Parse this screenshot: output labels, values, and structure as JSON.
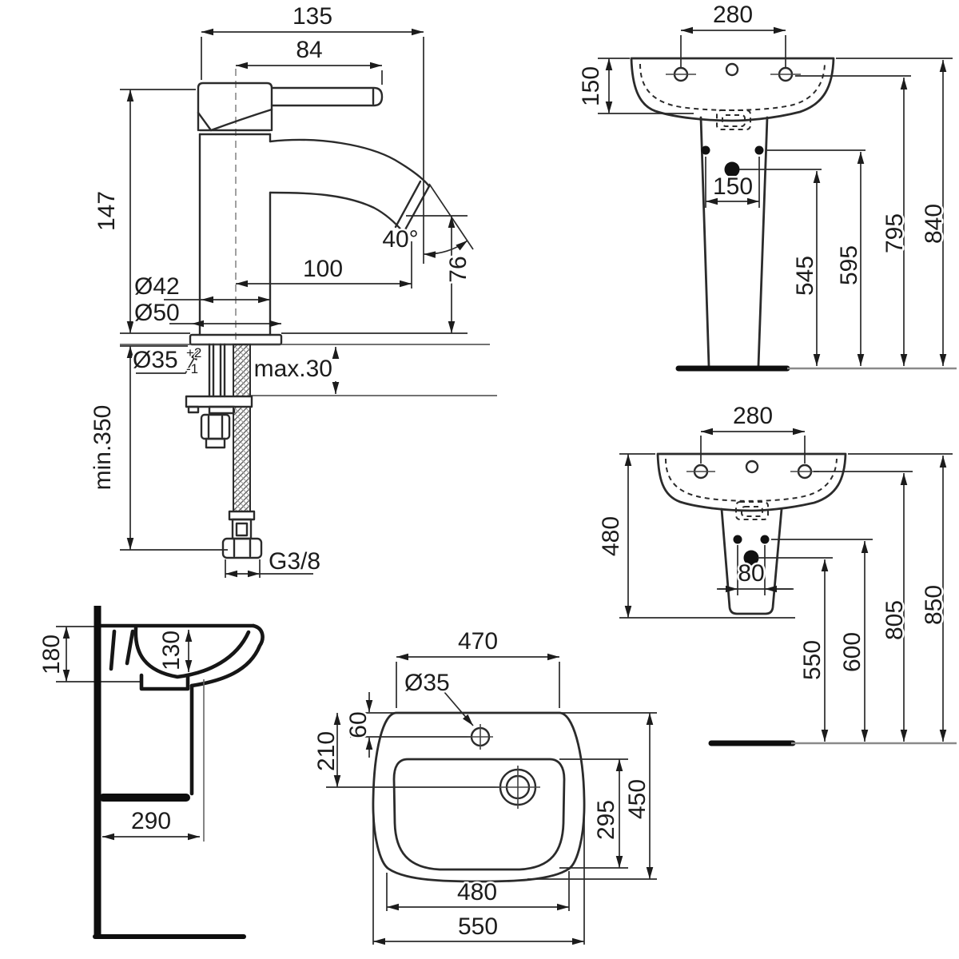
{
  "drawing": {
    "background": "#ffffff",
    "line_color": "#2b2b2b",
    "views": {
      "faucet": {
        "name": "basin mixer side elevation",
        "dims": {
          "overall_width": "135",
          "handle_length": "84",
          "height": "147",
          "spout_angle": "40°",
          "spout_reach": "100",
          "spout_height": "76",
          "body_diameter": "Ø42",
          "base_diameter": "Ø50",
          "mounting_hole": "Ø35",
          "mounting_hole_tol_plus": "+2",
          "mounting_hole_tol_minus": "-1",
          "max_deck_thickness": "max.30",
          "min_hose_length": "min.350",
          "supply_connection": "G3/8"
        }
      },
      "basin_full_pedestal": {
        "name": "washbasin with full pedestal front view",
        "dims": {
          "tap_hole_spacing": "280",
          "basin_rim_depth": "150",
          "fixing_hole_spacing": "150",
          "trap_outlet_height": "545",
          "fixing_height": "595",
          "tap_deck_height": "795",
          "rim_height": "840"
        }
      },
      "basin_semi_pedestal": {
        "name": "washbasin with semi-pedestal front view",
        "dims": {
          "tap_hole_spacing": "280",
          "basin_unit_height": "480",
          "fixing_hole_spacing": "80",
          "trap_outlet_height": "550",
          "fixing_height": "600",
          "tap_deck_height": "805",
          "rim_height": "850"
        }
      },
      "side_profile": {
        "name": "washbasin side section",
        "dims": {
          "rear_depth": "180",
          "bowl_depth": "130",
          "clearance_depth": "290"
        }
      },
      "basin_top": {
        "name": "washbasin plan view",
        "dims": {
          "rear_width": "470",
          "tap_hole_diameter": "Ø35",
          "tap_hole_offset": "60",
          "drain_offset": "210",
          "bowl_length": "295",
          "overall_depth": "450",
          "mid_width": "480",
          "overall_width": "550"
        }
      }
    }
  }
}
